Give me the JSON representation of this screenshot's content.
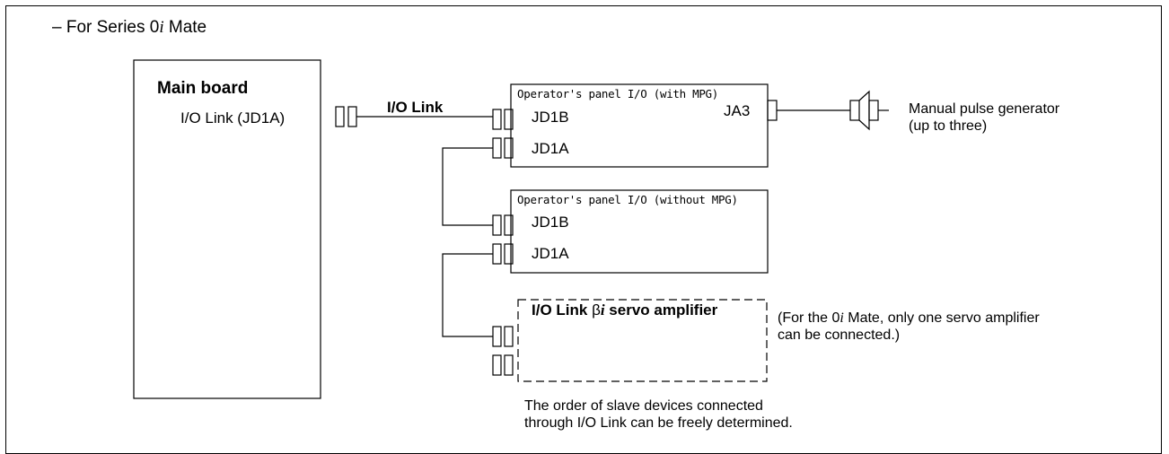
{
  "title": {
    "prefix": "– For Series 0",
    "italic": "i",
    "suffix": " Mate"
  },
  "main_board": {
    "title": "Main board",
    "port_label": "I/O Link (JD1A)"
  },
  "link_label": "I/O Link",
  "panel_with_mpg": {
    "title": "Operator's panel I/O (with MPG)",
    "port_in": "JD1B",
    "port_out": "JD1A",
    "port_mpg": "JA3"
  },
  "mpg": {
    "line1": "Manual pulse generator",
    "line2": "(up to three)"
  },
  "panel_without_mpg": {
    "title": "Operator's panel I/O (without MPG)",
    "port_in": "JD1B",
    "port_out": "JD1A"
  },
  "servo": {
    "title_prefix": "I/O Link ",
    "beta": "β",
    "italic": "i",
    "title_suffix": " servo amplifier",
    "note_line1_prefix": "(For the 0",
    "note_line1_italic": "i",
    "note_line1_suffix": " Mate, only one servo amplifier",
    "note_line2": "can be connected.)"
  },
  "footnote": {
    "line1": "The order of slave devices connected",
    "line2": "through I/O Link can be freely determined."
  }
}
